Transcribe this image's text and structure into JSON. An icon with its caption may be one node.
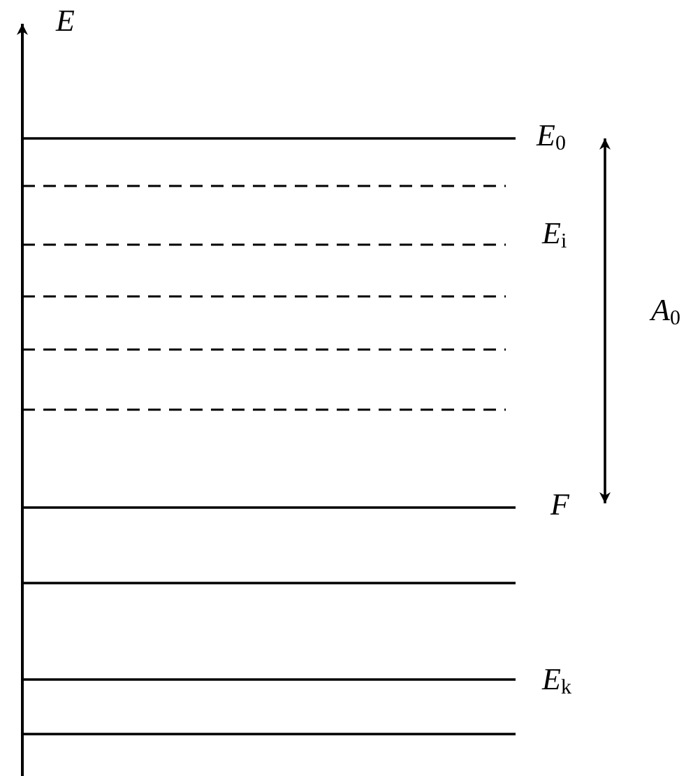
{
  "diagram": {
    "labels": [
      "*E*",
      "*E*$_{0}$",
      "*E*$_{i}$",
      "*A*$_{0}$",
      "*F*",
      "*E*$_{k}$"
    ]
  }
}
